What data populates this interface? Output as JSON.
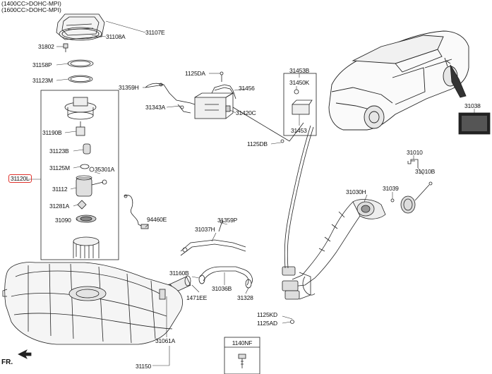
{
  "header": {
    "engine_line_1": "(1400CC>DOHC-MPI)",
    "engine_line_2": "(1600CC>DOHC-MPI)"
  },
  "parts": {
    "p31107E": "31107E",
    "p31108A": "31108A",
    "p31802": "31802",
    "p31158P": "31158P",
    "p31123M": "31123M",
    "p31190B": "31190B",
    "p31123B": "31123B",
    "p31125M": "31125M",
    "p35301A": "35301A",
    "p31120L": "31120L",
    "p31112": "31112",
    "p31281A": "31281A",
    "p31090": "31090",
    "p94460E": "94460E",
    "p31359H": "31359H",
    "p1125DA": "1125DA",
    "p31456": "31456",
    "p31343A": "31343A",
    "p31420C": "31420C",
    "p31453B": "31453B",
    "p31450K": "31450K",
    "p31453": "31453",
    "p1125DB": "1125DB",
    "p31038": "31038",
    "p31010": "31010",
    "p31010B": "31010B",
    "p31030H": "31030H",
    "p31039": "31039",
    "p31037H": "31037H",
    "p31359P": "31359P",
    "p31160B": "31160B",
    "p1471EE": "1471EE",
    "p31036B": "31036B",
    "p31328": "31328",
    "p1125KD": "1125KD",
    "p1125AD": "1125AD",
    "p31061A": "31061A",
    "p31150": "31150",
    "p1140NF": "1140NF"
  },
  "direction_marker": "FR.",
  "colors": {
    "highlight": "#e0302a",
    "line": "#222222"
  }
}
